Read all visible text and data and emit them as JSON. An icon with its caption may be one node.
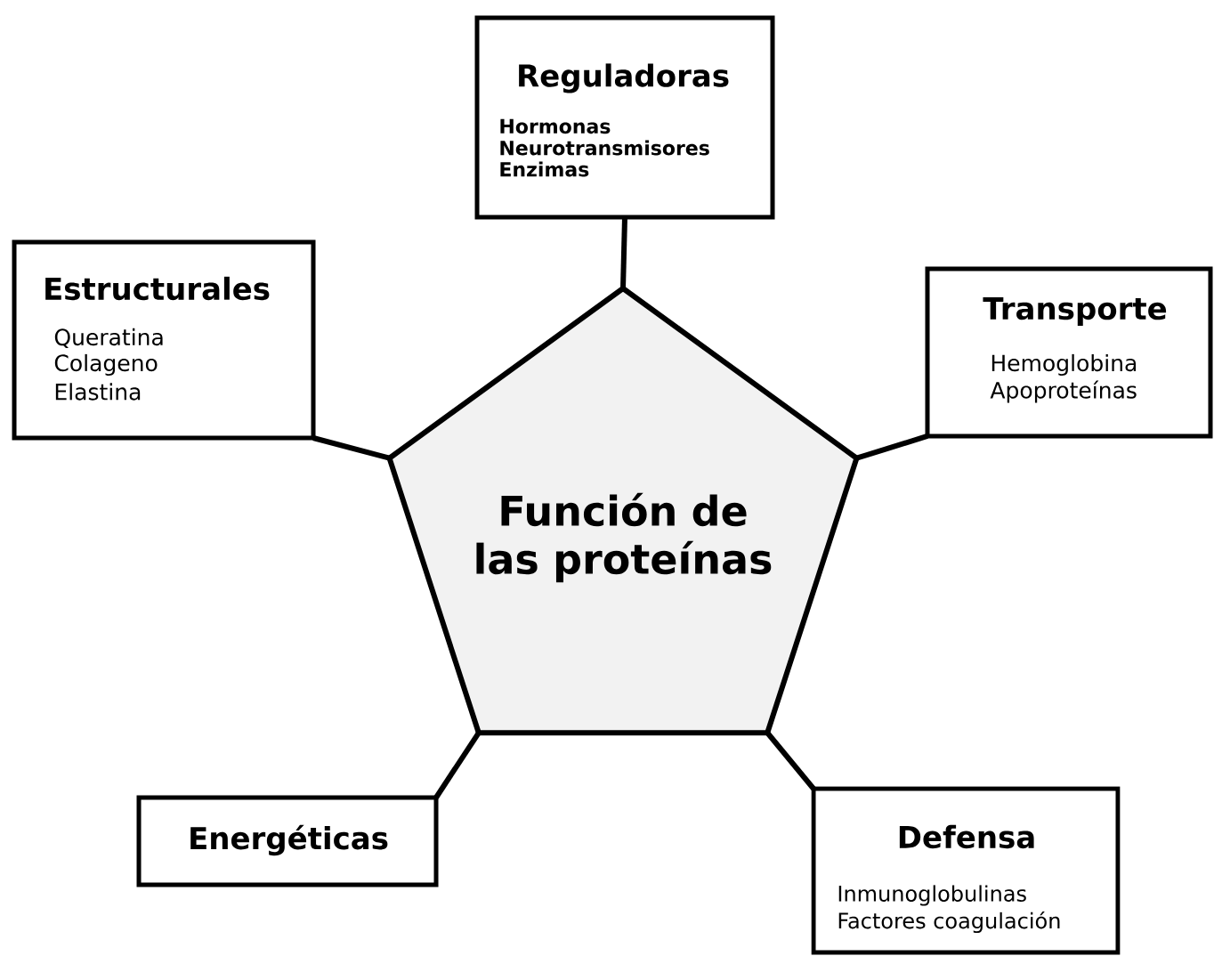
{
  "diagram": {
    "nodes": [
      {
        "text": [
          "Reguladoras",
          "Hormonas",
          "Neurotransmisores",
          "Enzimas"
        ]
      },
      {
        "text": [
          "Estructurales",
          "Queratina",
          "Colageno",
          "Elastina"
        ]
      },
      {
        "text": [
          "Transporte",
          "Hemoglobina",
          "Apoproteínas"
        ]
      },
      {
        "text": [
          "Función de  las proteínas"
        ]
      },
      {
        "text": [
          "Energéticas"
        ]
      },
      {
        "text": [
          "Defensa",
          "Inmunoglobulinas",
          "Factores coagulación"
        ]
      }
    ],
    "edges": [
      {
        "from": 3,
        "to": 0,
        "arrow": "none"
      },
      {
        "from": 3,
        "to": 1,
        "arrow": "none"
      },
      {
        "from": 3,
        "to": 2,
        "arrow": "none"
      },
      {
        "from": 3,
        "to": 4,
        "arrow": "none"
      },
      {
        "from": 3,
        "to": 5,
        "arrow": "none"
      }
    ]
  }
}
